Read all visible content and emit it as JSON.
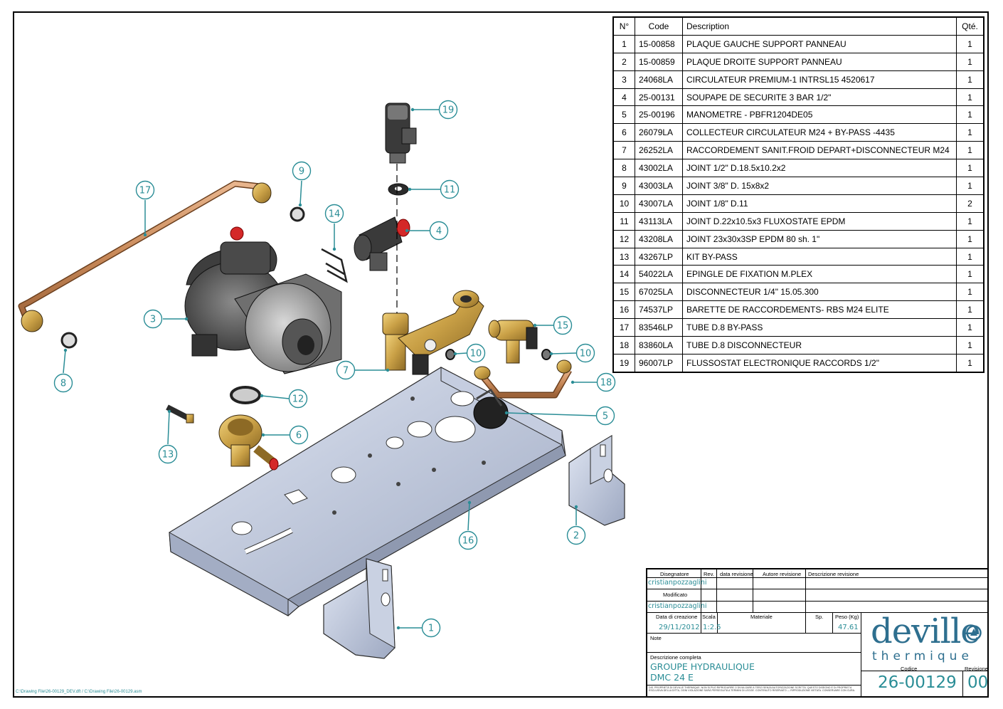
{
  "parts_table": {
    "headers": {
      "n": "N°",
      "code": "Code",
      "description": "Description",
      "qty": "Qté."
    },
    "rows": [
      {
        "n": "1",
        "code": "15-00858",
        "description": "PLAQUE GAUCHE SUPPORT PANNEAU",
        "qty": "1"
      },
      {
        "n": "2",
        "code": "15-00859",
        "description": "PLAQUE DROITE SUPPORT PANNEAU",
        "qty": "1"
      },
      {
        "n": "3",
        "code": "24068LA",
        "description": "CIRCULATEUR PREMIUM-1 INTRSL15 4520617",
        "qty": "1"
      },
      {
        "n": "4",
        "code": "25-00131",
        "description": "SOUPAPE DE SECURITE 3 BAR 1/2\"",
        "qty": "1"
      },
      {
        "n": "5",
        "code": "25-00196",
        "description": "MANOMETRE - PBFR1204DE05",
        "qty": "1"
      },
      {
        "n": "6",
        "code": "26079LA",
        "description": "COLLECTEUR CIRCULATEUR M24 + BY-PASS   -4435",
        "qty": "1"
      },
      {
        "n": "7",
        "code": "26252LA",
        "description": "RACCORDEMENT SANIT.FROID DEPART+DISCONNECTEUR M24",
        "qty": "1"
      },
      {
        "n": "8",
        "code": "43002LA",
        "description": "JOINT 1/2\" D.18.5x10.2x2",
        "qty": "1"
      },
      {
        "n": "9",
        "code": "43003LA",
        "description": "JOINT 3/8\" D. 15x8x2",
        "qty": "1"
      },
      {
        "n": "10",
        "code": "43007LA",
        "description": "JOINT 1/8\" D.11",
        "qty": "2"
      },
      {
        "n": "11",
        "code": "43113LA",
        "description": "JOINT D.22x10.5x3 FLUXOSTATE EPDM",
        "qty": "1"
      },
      {
        "n": "12",
        "code": "43208LA",
        "description": "JOINT 23x30x3SP EPDM 80 sh. 1\"",
        "qty": "1"
      },
      {
        "n": "13",
        "code": "43267LP",
        "description": "KIT BY-PASS",
        "qty": "1"
      },
      {
        "n": "14",
        "code": "54022LA",
        "description": "EPINGLE DE FIXATION M.PLEX",
        "qty": "1"
      },
      {
        "n": "15",
        "code": "67025LA",
        "description": "DISCONNECTEUR 1/4\" 15.05.300",
        "qty": "1"
      },
      {
        "n": "16",
        "code": "74537LP",
        "description": "BARETTE DE RACCORDEMENTS- RBS M24 ELITE",
        "qty": "1"
      },
      {
        "n": "17",
        "code": "83546LP",
        "description": "TUBE D.8 BY-PASS",
        "qty": "1"
      },
      {
        "n": "18",
        "code": "83860LA",
        "description": "TUBE D.8 DISCONNECTEUR",
        "qty": "1"
      },
      {
        "n": "19",
        "code": "96007LP",
        "description": "FLUSSOSTAT ELECTRONIQUE RACCORDS 1/2\"",
        "qty": "1"
      }
    ]
  },
  "callouts": [
    "1",
    "2",
    "3",
    "4",
    "5",
    "6",
    "7",
    "8",
    "9",
    "10",
    "10",
    "11",
    "12",
    "13",
    "14",
    "15",
    "16",
    "17",
    "18",
    "19"
  ],
  "title_block": {
    "labels": {
      "designer": "Disegnatore",
      "rev": "Rev.",
      "rev_date": "data revisione",
      "rev_author": "Autore revisione",
      "rev_desc": "Descrizione revisione",
      "modified": "Modificato",
      "created": "Data di creazione",
      "scale": "Scala",
      "material": "Materiale",
      "thickness": "Sp.",
      "weight": "Peso (Kg)",
      "note": "Note",
      "full_desc": "Descrizione completa",
      "code": "Codice",
      "revision": "Revisione"
    },
    "designer_name": "cristianpozzaglini",
    "modifier_name": "cristianpozzaglini",
    "creation_date": "29/11/2012",
    "scale": "1:2.5",
    "weight": "47.61",
    "description_line1": "GROUPE HYDRAULIQUE",
    "description_line2": "DMC 24 E",
    "drawing_code": "26-00129",
    "revision_number": "00",
    "legal_text": "DIS. PROPRIETÀ DI DEVILLE THERMIQUE. NON SI PUÒ RIPRODURRE O DIVULGARE A TERZI SENZA AUTORIZZAZIONE SCRITTA. QUESTO DISEGNO È DI PROPRIETÀ ESCLUSIVA DELLA DITTA, OGNI VIOLAZIONE SARÀ PERSEGUITA A TERMINI DI LEGGE. CONTENUTO RISERVATO — RIPRODUZIONE VIETATA. CONSERVARE CON CURA."
  },
  "brand": {
    "word1": "deville",
    "word2": "thermique"
  },
  "file_path": "C:\\Drawing File\\26-00129_DEV.dft / C:\\Drawing File\\26-00129.asm",
  "colors": {
    "callout": "#2a8d96",
    "brand": "#2e6f8f",
    "copper": "#c98a5a",
    "brass": "#c9a046",
    "steel": "#b9c2d6"
  }
}
